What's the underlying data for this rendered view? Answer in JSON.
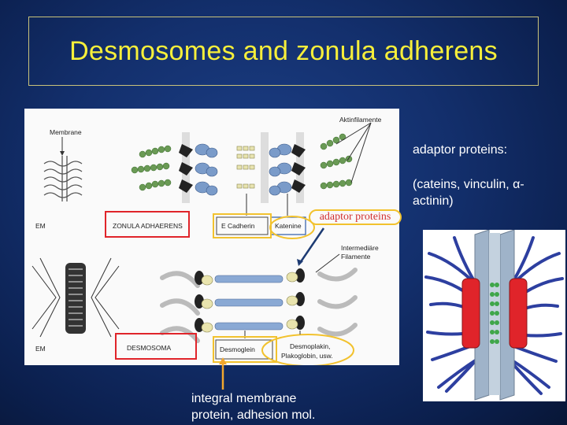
{
  "slide": {
    "title": "Desmosomes and zonula adherens",
    "callout_adaptor": "adaptor proteins",
    "right_heading": "adaptor proteins:",
    "right_list_line1": "(cateins, vinculin, α-",
    "right_list_line2": "actinin)",
    "bottom_line1": "integral membrane",
    "bottom_line2": "protein, adhesion mol."
  },
  "figure": {
    "membrane": "Membrane",
    "aktinfilamente": "Aktinfilamente",
    "em_top": "EM",
    "em_bottom": "EM",
    "zonula_box": "ZONULA ADHAERENS",
    "e_cadherin": "E Cadherin",
    "katenine": "Katenine",
    "intermediare_line1": "Intermediäre",
    "intermediare_line2": "Filamente",
    "desmosoma_box": "DESMOSOMA",
    "desmoglein": "Desmoglein",
    "desmoplakin_line1": "Desmoplakin,",
    "desmoplakin_line2": "Plakoglobin, usw."
  },
  "colors": {
    "title": "#f7ef3a",
    "callout_border": "#f2c22e",
    "callout_text": "#d03030",
    "highlight_red": "#e0242a",
    "highlight_blue": "#2d5aa8"
  }
}
